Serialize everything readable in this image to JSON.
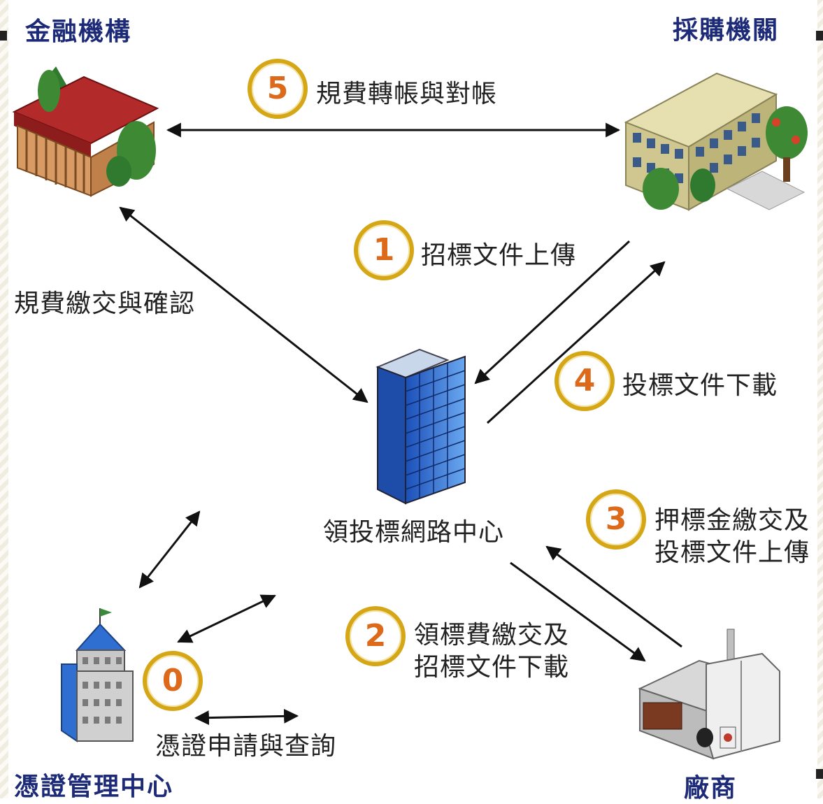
{
  "entities": {
    "financial": "金融機構",
    "procurement": "採購機關",
    "network_center": "領投標網路中心",
    "cert_center": "憑證管理中心",
    "vendor": "廠商"
  },
  "steps": [
    {
      "number": "5",
      "text": "規費轉帳與對帳"
    },
    {
      "number": "1",
      "text": "招標文件上傳"
    },
    {
      "number": "4",
      "text": "投標文件下載"
    },
    {
      "number": "3",
      "text": "押標金繳交及投標文件上傳"
    },
    {
      "number": "2",
      "text": "領標費繳交及招標文件下載"
    },
    {
      "number": "0",
      "text": "憑證申請與查詢"
    }
  ],
  "fee_confirm": "規費繳交與確認",
  "colors": {
    "entity_text": "#1d2a78",
    "badge_ring": "#d5a616",
    "badge_number": "#dc6a1a",
    "arrow": "#111111"
  }
}
